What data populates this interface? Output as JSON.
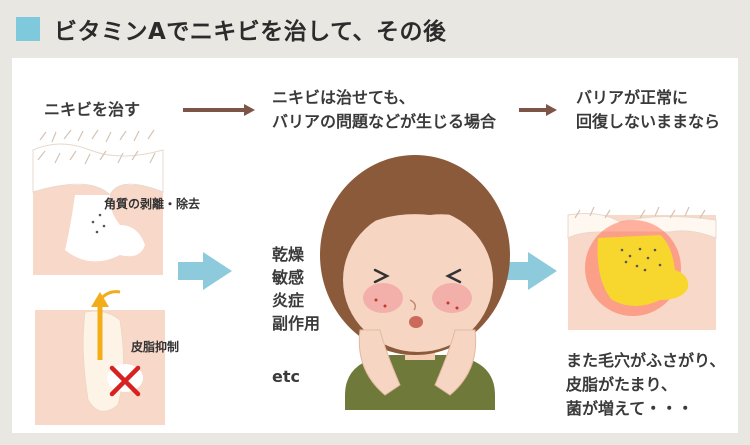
{
  "header": {
    "title": "ビタミンAでニキビを治して、その後",
    "accent_color": "#7fc9dc"
  },
  "steps": {
    "step1": {
      "label": "ニキビを治す"
    },
    "step2": {
      "lines": [
        "ニキビは治せても、",
        "バリアの問題などが生じる場合"
      ]
    },
    "step3": {
      "lines": [
        "バリアが正常に",
        "回復しないままなら"
      ]
    }
  },
  "labels": {
    "peel": "角質の剥離・除去",
    "sebum": "皮脂抑制"
  },
  "side_effects": {
    "items": [
      "乾燥",
      "敏感",
      "炎症",
      "副作用"
    ],
    "etc": "etc"
  },
  "result": {
    "lines": [
      "また毛穴がふさがり、",
      "皮脂がたまり、",
      "菌が増えて・・・"
    ]
  },
  "icons": {
    "step_arrow": "right-arrow-icon",
    "flow_arrow": "blue-right-arrow-icon",
    "cross": "red-cross-icon",
    "up_arrow": "yellow-up-arrow-icon"
  },
  "colors": {
    "arrow_brown": "#7d5546",
    "arrow_blue": "#8dcbdc",
    "skin": "#f7d5c3",
    "hair": "#8a5a3a",
    "shirt": "#6f7a3a",
    "cross": "#d82121",
    "sebum": "#f2ad1a"
  }
}
